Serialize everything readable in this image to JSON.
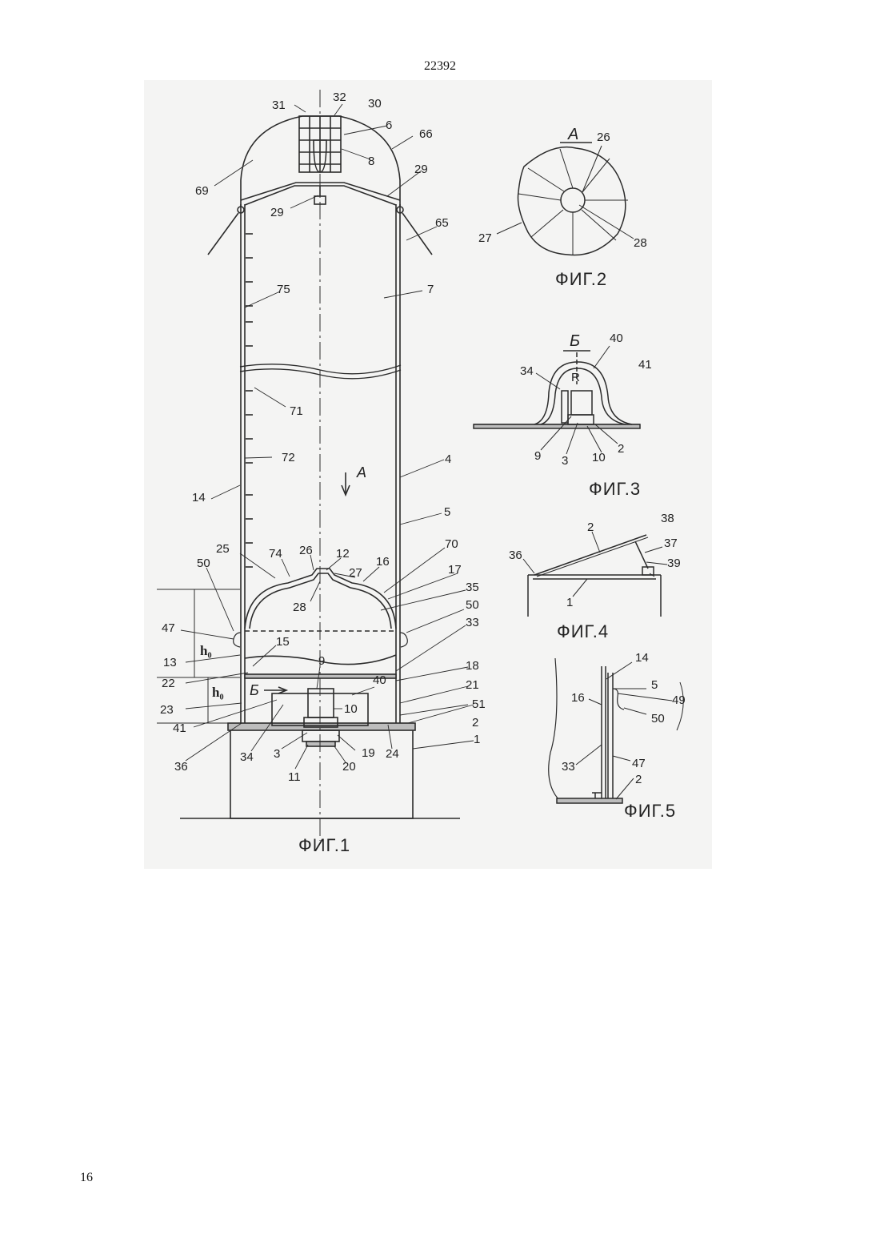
{
  "page": {
    "number_top": "22392",
    "number_bottom": "16"
  },
  "figures": {
    "fig1": {
      "caption": "ФИГ.1",
      "view_arrow_label": "А",
      "section_label": "Б",
      "height_label_1": "h₀",
      "height_label_2": "h₀",
      "labels": {
        "l31": "31",
        "l32": "32",
        "l30": "30",
        "l6": "6",
        "l66": "66",
        "l8": "8",
        "l69": "69",
        "l29a": "29",
        "l29b": "29",
        "l65": "65",
        "l75": "75",
        "l7": "7",
        "l71": "71",
        "l72": "72",
        "l4": "4",
        "l14": "14",
        "l5": "5",
        "l25": "25",
        "l74": "74",
        "l26": "26",
        "l12": "12",
        "l16": "16",
        "l70": "70",
        "l50a": "50",
        "l27": "27",
        "l17": "17",
        "l35": "35",
        "l28": "28",
        "l50b": "50",
        "l47": "47",
        "l33": "33",
        "l15": "15",
        "l13": "13",
        "l18": "18",
        "l9": "9",
        "l40": "40",
        "l22": "22",
        "l21": "21",
        "l51": "51",
        "l10": "10",
        "l23": "23",
        "l2": "2",
        "l41": "41",
        "l1": "1",
        "l36": "36",
        "l34": "34",
        "l3": "3",
        "l19": "19",
        "l24": "24",
        "l11": "11",
        "l20": "20"
      }
    },
    "fig2": {
      "caption": "ФИГ.2",
      "view_label": "А",
      "labels": {
        "l26": "26",
        "l27": "27",
        "l28": "28"
      }
    },
    "fig3": {
      "caption": "ФИГ.3",
      "view_label": "Б",
      "radius_label": "R",
      "labels": {
        "l40": "40",
        "l41": "41",
        "l34": "34",
        "l9": "9",
        "l3": "3",
        "l10": "10",
        "l2": "2"
      }
    },
    "fig4": {
      "caption": "ФИГ.4",
      "labels": {
        "l38": "38",
        "l2": "2",
        "l37": "37",
        "l36": "36",
        "l39": "39",
        "l1": "1"
      }
    },
    "fig5": {
      "caption": "ФИГ.5",
      "labels": {
        "l14": "14",
        "l5": "5",
        "l16": "16",
        "l49": "49",
        "l50": "50",
        "l33": "33",
        "l47": "47",
        "l2": "2"
      }
    }
  }
}
